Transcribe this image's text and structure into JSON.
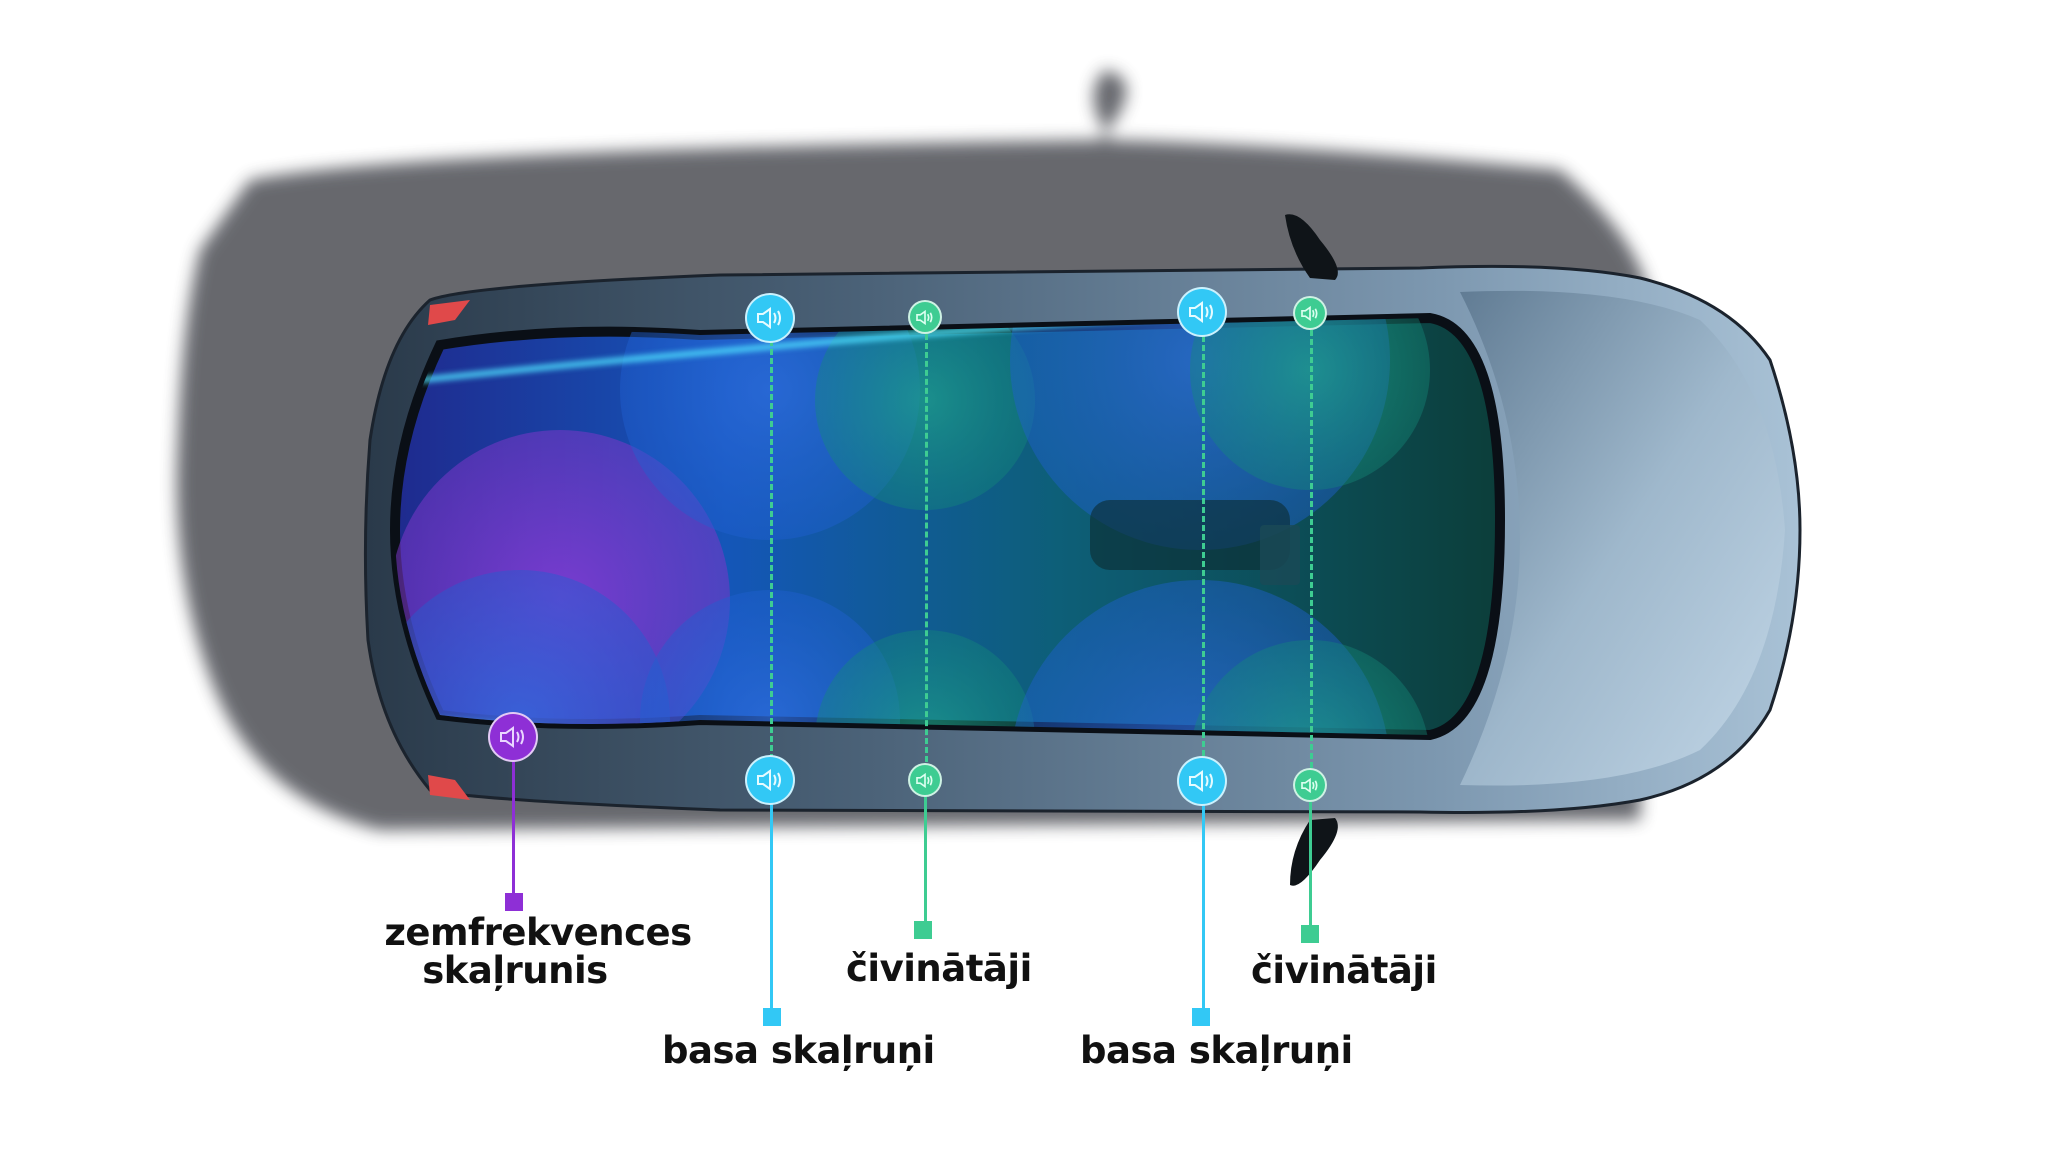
{
  "diagram": {
    "title": "Car audio system speaker layout (top view)",
    "colors": {
      "subwoofer": "#8e2fd6",
      "bass": "#32c8f5",
      "tweeter": "#3ecc92",
      "label_text": "#111111",
      "shadow": "#5e6066",
      "car_body": "#6f8ba3",
      "background": "#ffffff"
    },
    "speakers": [
      {
        "id": "subwoofer-rear",
        "type": "subwoofer",
        "position": "rear-left",
        "icon": "speaker-icon"
      },
      {
        "id": "bass-rear-top",
        "type": "bass",
        "position": "rear-door-top",
        "icon": "speaker-icon"
      },
      {
        "id": "bass-rear-bottom",
        "type": "bass",
        "position": "rear-door-bottom",
        "icon": "speaker-icon"
      },
      {
        "id": "tweeter-rear-top",
        "type": "tweeter",
        "position": "rear-door-top",
        "icon": "speaker-icon"
      },
      {
        "id": "tweeter-rear-bottom",
        "type": "tweeter",
        "position": "rear-door-bottom",
        "icon": "speaker-icon"
      },
      {
        "id": "bass-front-top",
        "type": "bass",
        "position": "front-door-top",
        "icon": "speaker-icon"
      },
      {
        "id": "bass-front-bottom",
        "type": "bass",
        "position": "front-door-bottom",
        "icon": "speaker-icon"
      },
      {
        "id": "tweeter-front-top",
        "type": "tweeter",
        "position": "front-door-top",
        "icon": "speaker-icon"
      },
      {
        "id": "tweeter-front-bottom",
        "type": "tweeter",
        "position": "front-door-bottom",
        "icon": "speaker-icon"
      }
    ],
    "labels": {
      "subwoofer_line1": "zemfrekvences",
      "subwoofer_line2": "skaļrunis",
      "bass_rear": "basa skaļruņi",
      "tweeter_rear": "čivinātāji",
      "bass_front": "basa skaļruņi",
      "tweeter_front": "čivinātāji"
    }
  }
}
